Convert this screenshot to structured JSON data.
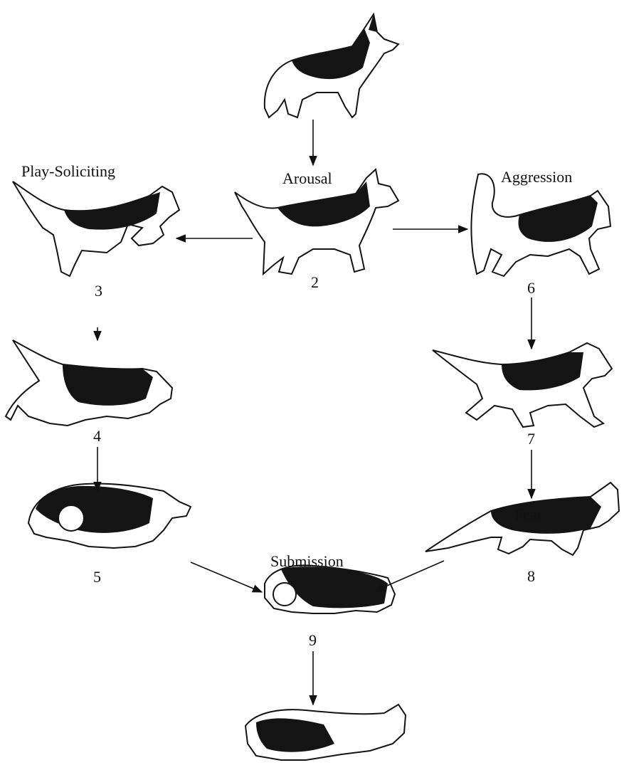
{
  "labels": {
    "arousal": "Arousal",
    "play_soliciting": "Play-Soliciting",
    "aggression": "Aggression",
    "fear": "Fear",
    "submission": "Submission"
  },
  "numbers": {
    "n2": "2",
    "n3": "3",
    "n4": "4",
    "n5": "5",
    "n6": "6",
    "n7": "7",
    "n8": "8",
    "n9": "9"
  },
  "colors": {
    "ink": "#141414",
    "paper": "#ffffff"
  }
}
